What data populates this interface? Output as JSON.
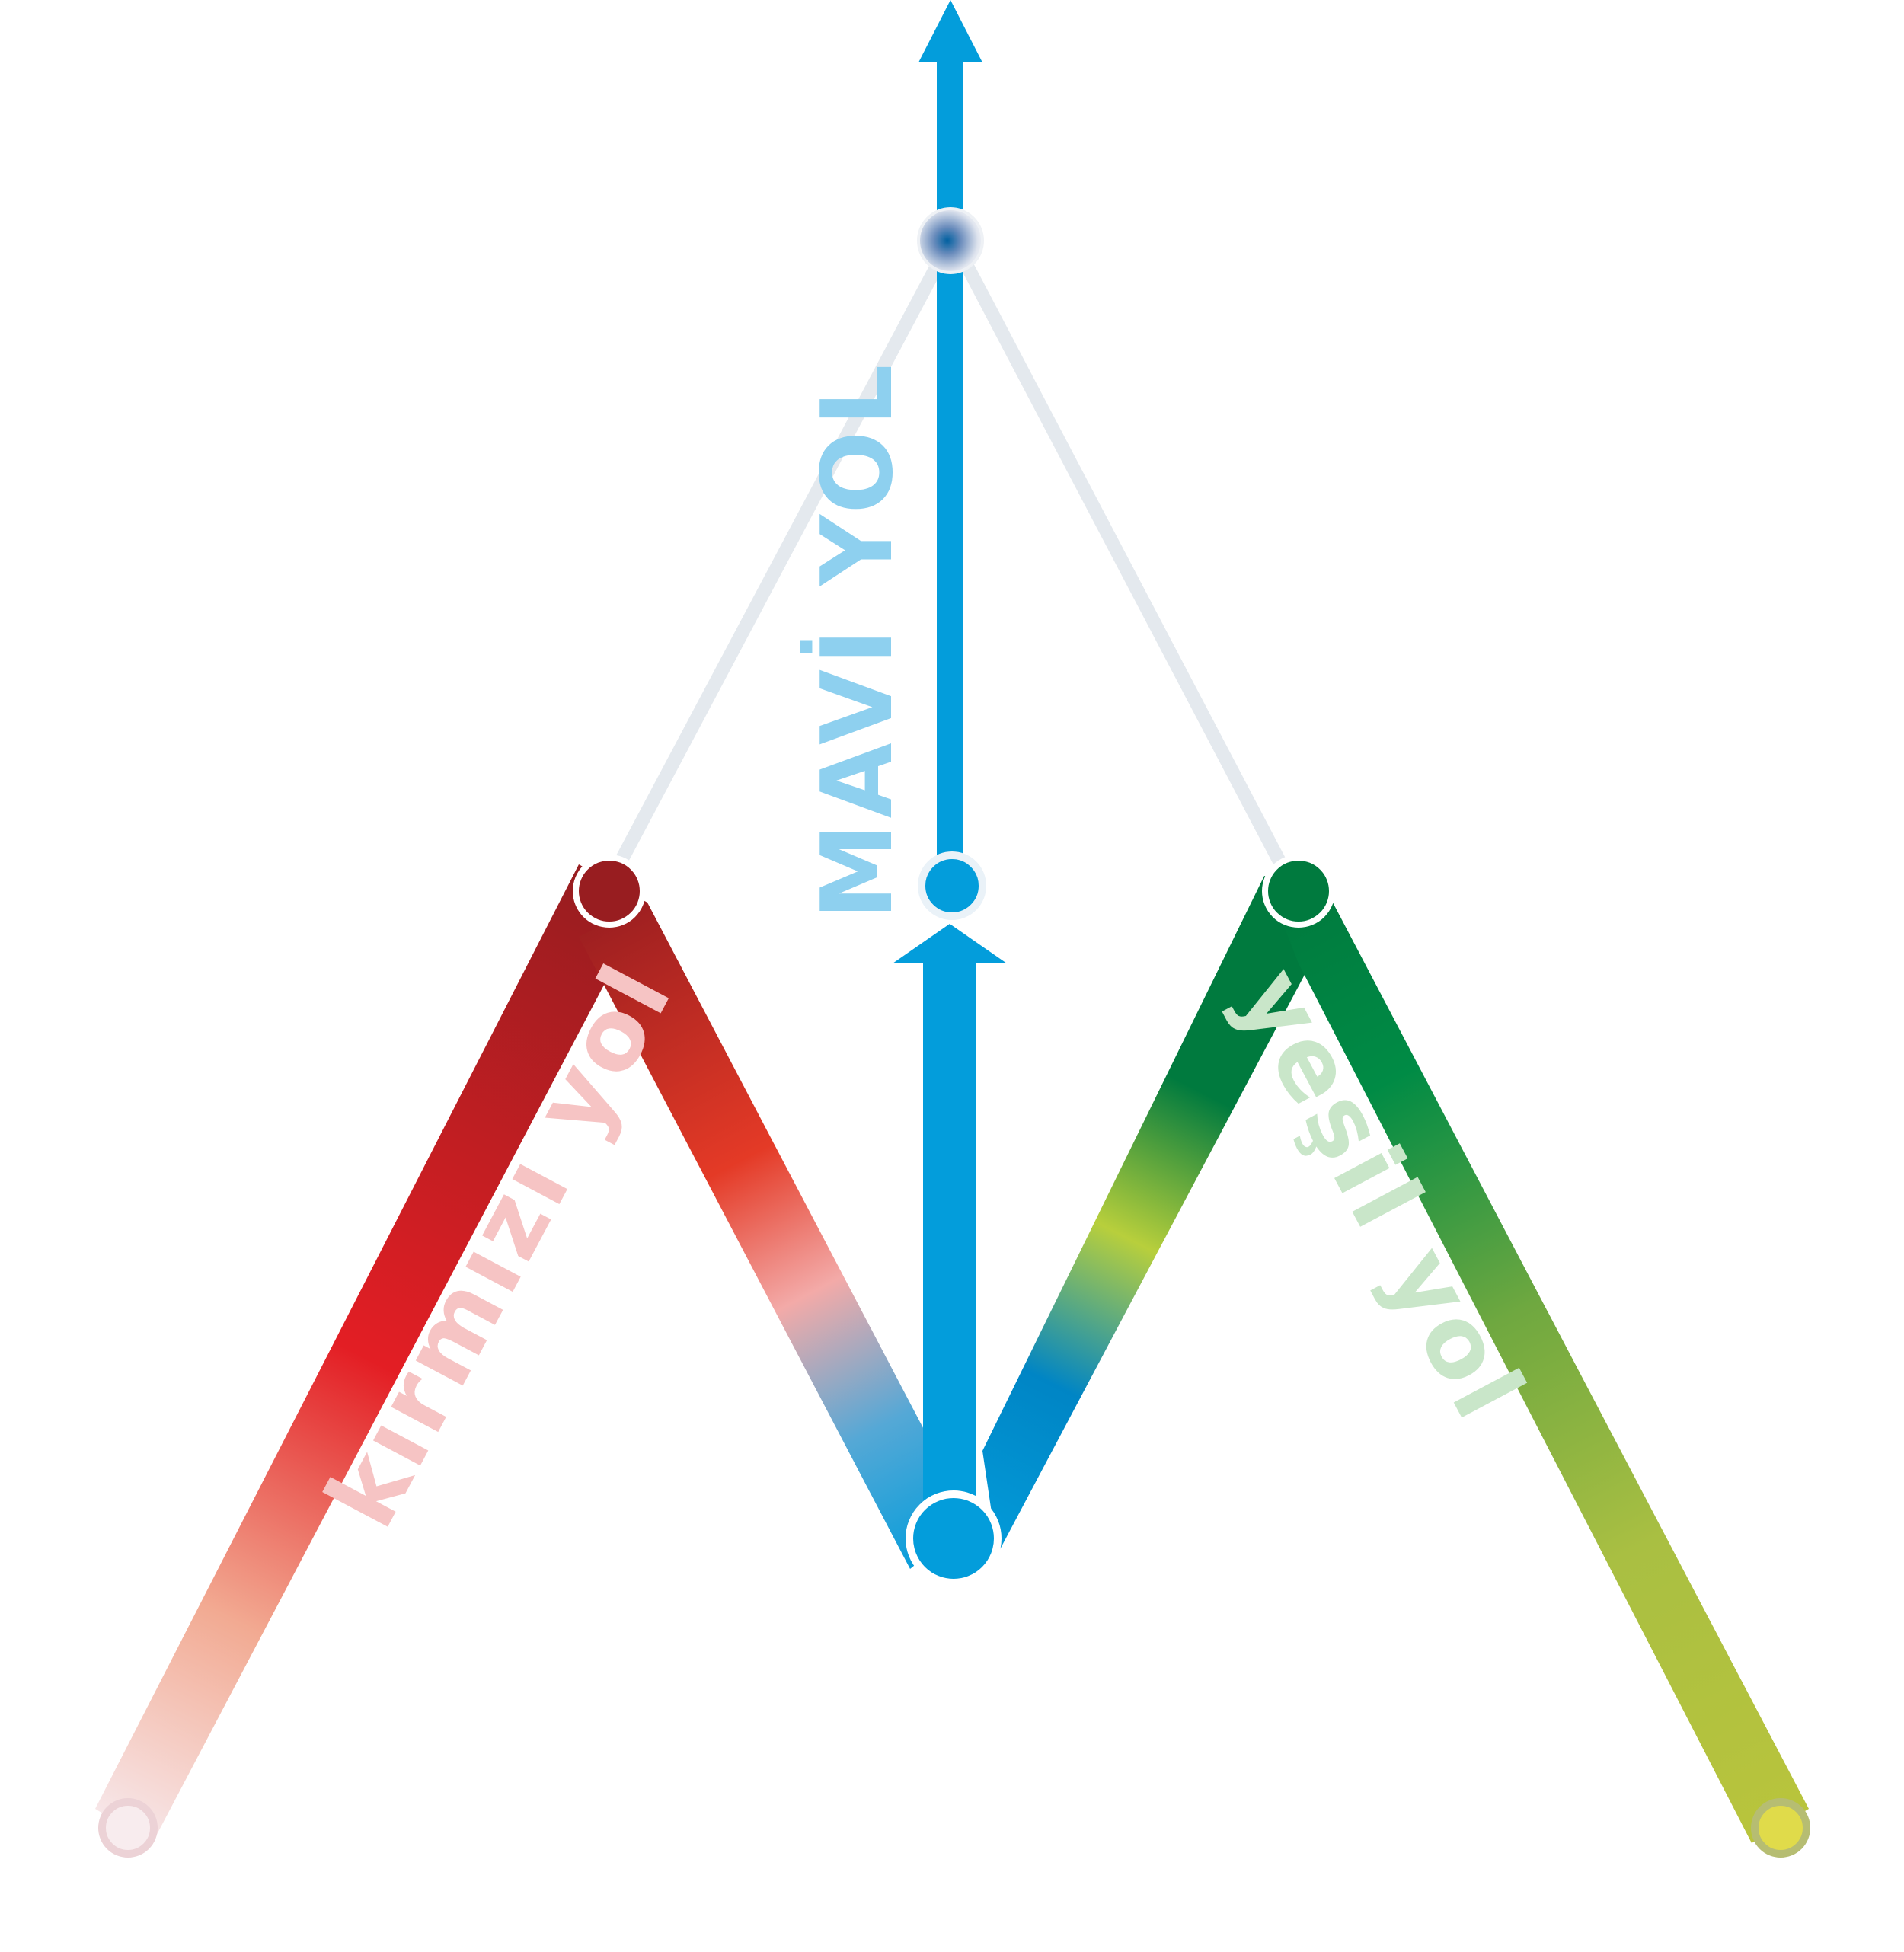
{
  "labels": {
    "blue_path": "MAVİ YOL",
    "red_path": "kırmızı yol",
    "green_path": "yeşil yol"
  },
  "colors": {
    "blue": "#039ddb",
    "blue_label": "#8ed0ef",
    "red_dark": "#9a1d20",
    "red": "#e31e24",
    "red_label": "#f6c4c4",
    "green_dark": "#007a3e",
    "green": "#008b45",
    "lime": "#b8c43c",
    "green_label": "#c9e6c9",
    "grey_line": "#e4e9ee",
    "pale_pink": "#f6e6e8"
  },
  "icons": {
    "blue_arrow": "arrow-up-icon",
    "node": "circle-node-icon"
  }
}
